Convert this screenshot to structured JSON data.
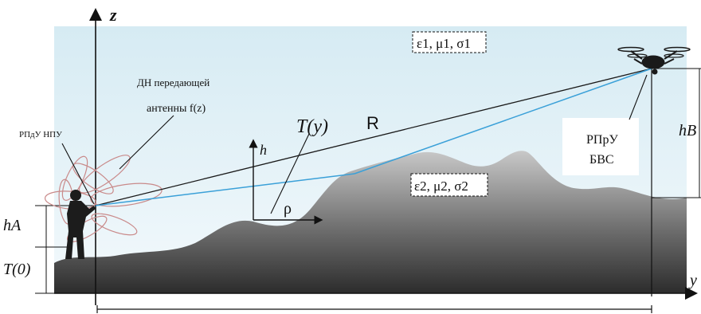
{
  "labels": {
    "z_axis": "z",
    "y_axis": "y",
    "medium_upper": "ε1, μ1, σ1",
    "medium_lower": "ε2, μ2, σ2",
    "antenna_pattern_line1": "ДН передающей",
    "antenna_pattern_line2": "антенны f(z)",
    "terrain_profile": "T(y)",
    "distance": "R",
    "transmitter": "РПдУ НПУ",
    "receiver_line1": "РПрУ",
    "receiver_line2": "БВС",
    "h_local": "h",
    "rho_local": "ρ",
    "h_A": "hA",
    "h_B": "hB",
    "T0": "T(0)"
  },
  "colors": {
    "sky_top": "#d7ecf3",
    "sky_bottom": "#f4fafc",
    "ground_light": "#b9b9b9",
    "ground_dark": "#3a3a3a",
    "direct_ray": "#1a1a1a",
    "reflected_ray": "#3aa0d8",
    "antenna_lobes": "#c98a8a"
  }
}
